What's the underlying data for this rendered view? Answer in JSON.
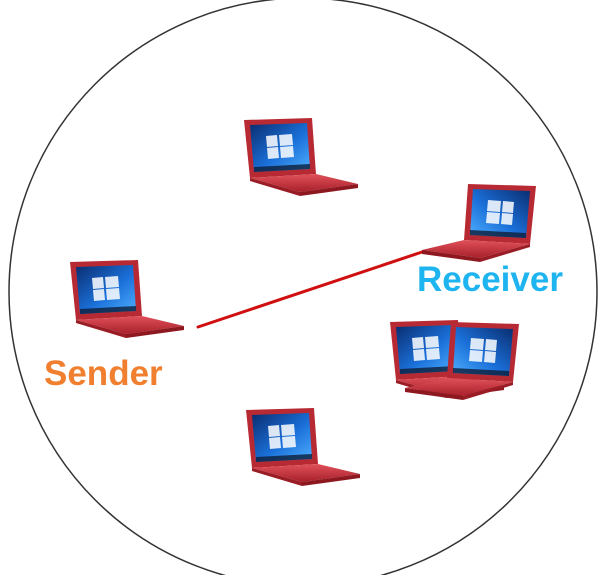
{
  "diagram": {
    "sender_label": "Sender",
    "receiver_label": "Receiver",
    "sender_color": "#f07f2f",
    "receiver_color": "#1eb4f0",
    "link_color": "#d01010",
    "laptop_body_color": "#d0343c",
    "laptop_screen_color": "#1a6fd8",
    "circle_stroke_color": "#333333",
    "node_icon": "laptop-icon",
    "node_count": 6
  }
}
